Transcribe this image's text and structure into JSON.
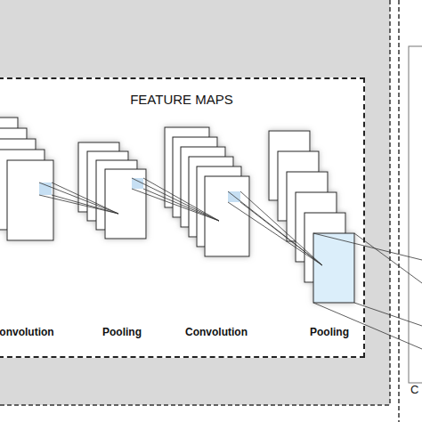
{
  "diagram": {
    "nodes": [
      {
        "text": [
          "FEATURE MAPS"
        ]
      }
    ],
    "labels": [
      "onvolution",
      "Pooling",
      "Convolution",
      "Pooling",
      "C"
    ]
  }
}
